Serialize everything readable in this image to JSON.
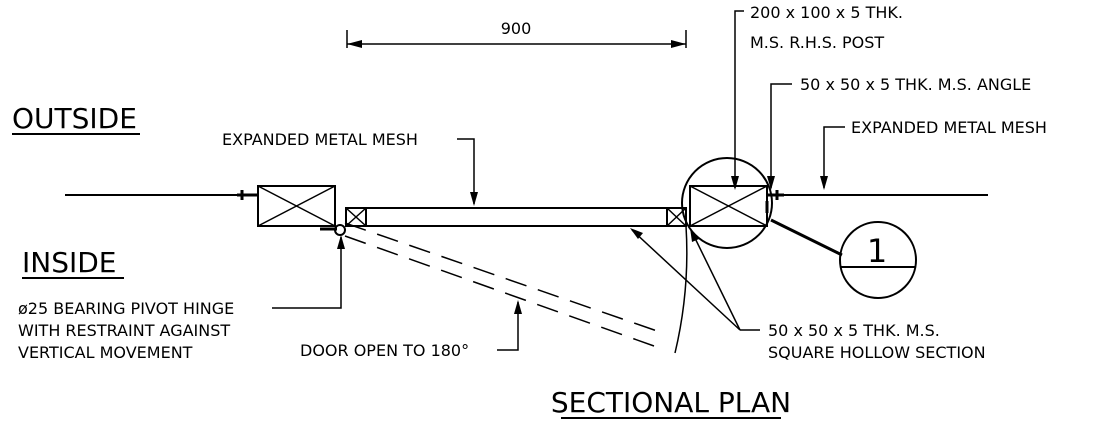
{
  "dimension": "900",
  "labels": {
    "outside": "OUTSIDE",
    "inside": "INSIDE",
    "title": "SECTIONAL PLAN",
    "mesh_left": "EXPANDED METAL MESH",
    "mesh_right": "EXPANDED METAL MESH",
    "post_line1": "200 x 100 x 5 THK.",
    "post_line2": "M.S. R.H.S. POST",
    "angle": "50 x 50 x 5 THK. M.S. ANGLE",
    "hinge_line1": "ø25 BEARING PIVOT HINGE",
    "hinge_line2": "WITH RESTRAINT AGAINST",
    "hinge_line3": "VERTICAL MOVEMENT",
    "door_open": "DOOR OPEN TO 180°",
    "shs_line1": "50 x 50 x 5 THK. M.S.",
    "shs_line2": "SQUARE HOLLOW SECTION",
    "detail_number": "1"
  }
}
